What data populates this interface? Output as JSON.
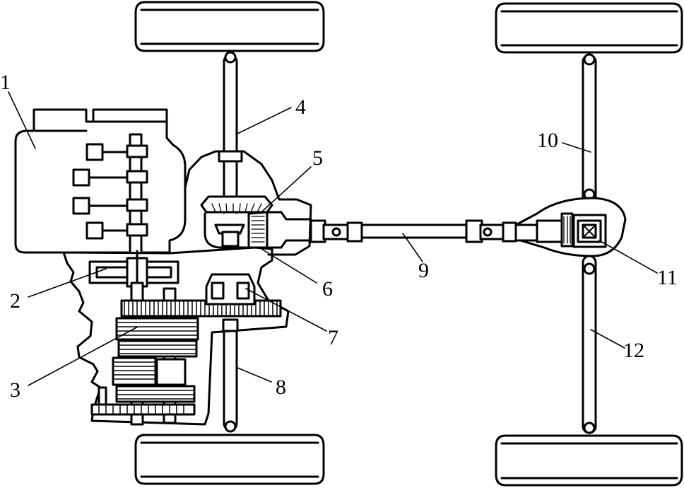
{
  "diagram": {
    "labels": [
      {
        "id": "1",
        "text": "1"
      },
      {
        "id": "2",
        "text": "2"
      },
      {
        "id": "3",
        "text": "3"
      },
      {
        "id": "4",
        "text": "4"
      },
      {
        "id": "5",
        "text": "5"
      },
      {
        "id": "6",
        "text": "6"
      },
      {
        "id": "7",
        "text": "7"
      },
      {
        "id": "8",
        "text": "8"
      },
      {
        "id": "9",
        "text": "9"
      },
      {
        "id": "10",
        "text": "10"
      },
      {
        "id": "11",
        "text": "11"
      },
      {
        "id": "12",
        "text": "12"
      }
    ]
  }
}
